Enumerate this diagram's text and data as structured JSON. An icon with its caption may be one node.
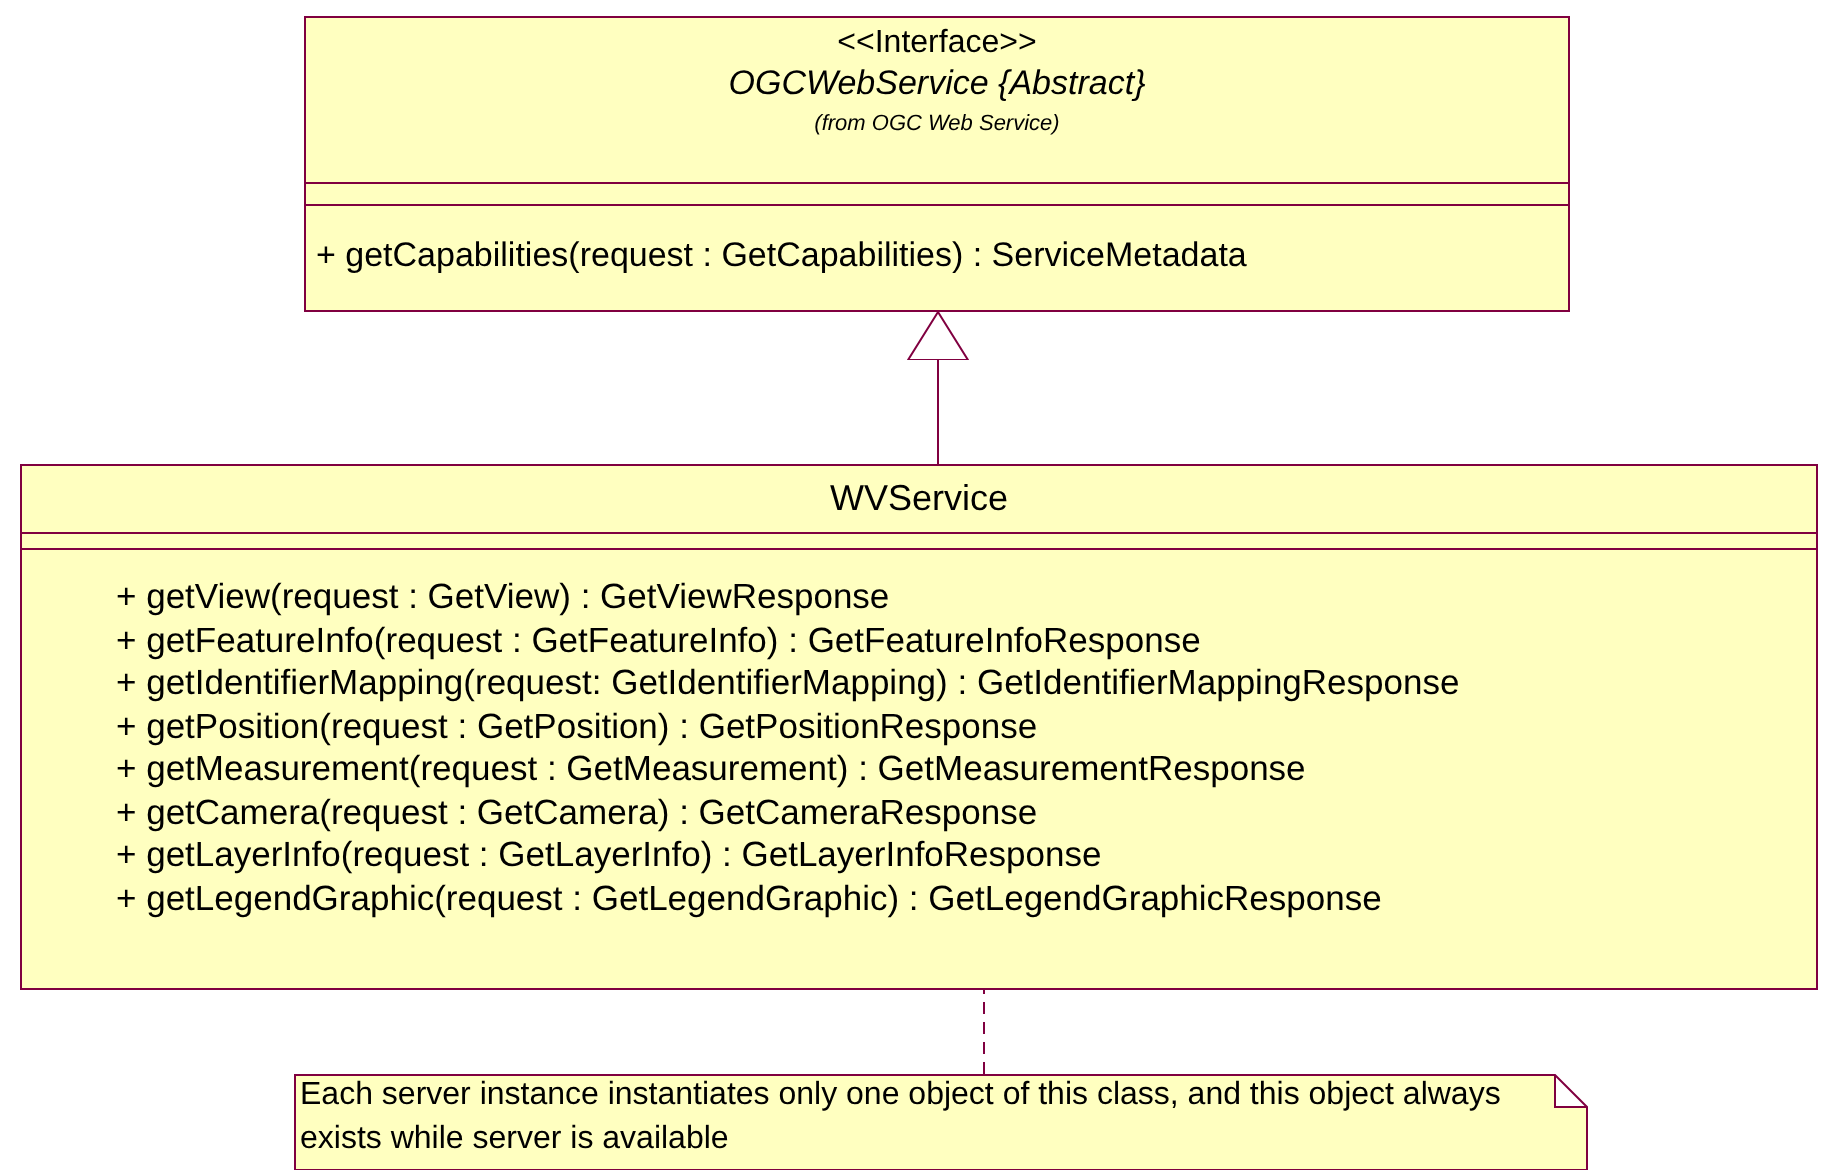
{
  "diagram": {
    "nodes": [
      {
        "text": [
          "<<Interface>>",
          "OGCWebService {Abstract}",
          "(from OGC Web Service)",
          "+ getCapabilities(request : GetCapabilities) : ServiceMetadata"
        ]
      },
      {
        "text": [
          "WVService",
          "+ getView(request : GetView) : GetViewResponse",
          "+ getFeatureInfo(request : GetFeatureInfo) : GetFeatureInfoResponse",
          "+ getIdentifierMapping(request: GetIdentifierMapping) : GetIdentifierMappingResponse",
          "+ getPosition(request : GetPosition) : GetPositionResponse",
          "+ getMeasurement(request : GetMeasurement) : GetMeasurementResponse",
          "+ getCamera(request : GetCamera) : GetCameraResponse",
          "+ getLayerInfo(request : GetLayerInfo) : GetLayerInfoResponse",
          "+ getLegendGraphic(request : GetLegendGraphic) : GetLegendGraphicResponse"
        ]
      },
      {
        "text": [
          "Each server instance instantiates only one object of this class, and this object always exists while server is available"
        ]
      }
    ],
    "edges": [
      {
        "from": 1,
        "to": 0,
        "arrow": "to"
      },
      {
        "from": 2,
        "to": 1,
        "arrow": "none",
        "style": "dashed"
      }
    ]
  }
}
